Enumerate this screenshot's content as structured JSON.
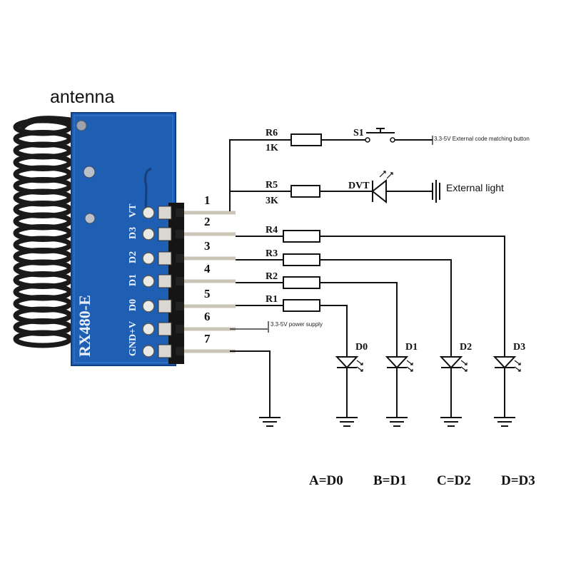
{
  "labels": {
    "antenna": "antenna",
    "module_name": "RX480-E",
    "switch_note": "3.3-5V External code matching button",
    "external_light": "External light",
    "power_note": "3.3-5V power supply"
  },
  "silkscreen": [
    "VT",
    "D3",
    "D2",
    "D1",
    "D0",
    "+V",
    "GND"
  ],
  "pins": [
    "1",
    "2",
    "3",
    "4",
    "5",
    "6",
    "7"
  ],
  "resistors": [
    {
      "name": "R6",
      "value": "1K"
    },
    {
      "name": "R5",
      "value": "3K"
    },
    {
      "name": "R4",
      "value": ""
    },
    {
      "name": "R3",
      "value": ""
    },
    {
      "name": "R2",
      "value": ""
    },
    {
      "name": "R1",
      "value": ""
    }
  ],
  "switch": "S1",
  "led_vt": "DVT",
  "leds": [
    "D0",
    "D1",
    "D2",
    "D3"
  ],
  "mapping": [
    "A=D0",
    "B=D1",
    "C=D2",
    "D=D3"
  ],
  "colors": {
    "board": "#1e5fb4",
    "board_edge": "#0f3f86",
    "antenna": "#1a1a1a",
    "pin_gold": "#c9c4b5",
    "wire": "#111111"
  }
}
